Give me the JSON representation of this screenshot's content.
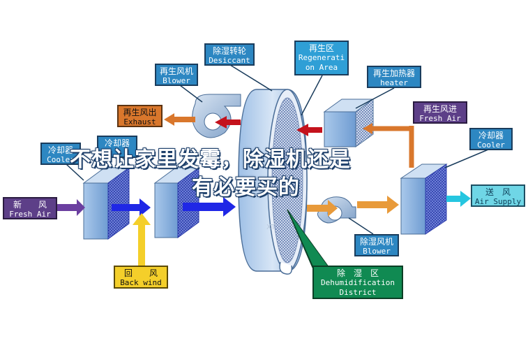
{
  "labels": {
    "desiccant": {
      "zh": "除湿转轮",
      "en": "Desiccant"
    },
    "regen_area": {
      "zh": "再生区",
      "en1": "Regenerati",
      "en2": "on Area"
    },
    "blower_top": {
      "zh": "再生风机",
      "en": "Blower"
    },
    "heater": {
      "zh": "再生加热器",
      "en": "heater"
    },
    "exhaust": {
      "zh": "再生风出",
      "en": "Exhaust"
    },
    "fresh_air_in": {
      "zh": "再生风进",
      "en": "Fresh Air"
    },
    "cooler_left": {
      "zh": "冷却器",
      "en": "Cooler"
    },
    "cooler_mid": {
      "zh": "冷却器",
      "en": ""
    },
    "cooler_right": {
      "zh": "冷却器",
      "en": "Cooler"
    },
    "fresh_air": {
      "zh": "新　　风",
      "en": "Fresh Air"
    },
    "air_supply": {
      "zh": "送　风",
      "en": "Air Supply"
    },
    "back_wind": {
      "zh": "回　　风",
      "en": "Back wind"
    },
    "blower_bottom": {
      "zh": "除湿风机",
      "en": "Blower"
    },
    "dehum_district": {
      "zh": "除　湿　区",
      "en1": "Dehumidification",
      "en2": "District"
    }
  },
  "overlay": {
    "line1": "不想让家里发霉，除湿机还是",
    "line2": "有必要买的"
  },
  "colors": {
    "blue_box": "#2d87c2",
    "orange_box": "#d9772c",
    "purple_box": "#5d3f88",
    "yellow_box": "#f4cf2a",
    "green_box": "#108a52",
    "cyan_box": "#6fd6e6",
    "process_arrow": "#1f27e6",
    "regen_arrow": "#c4121c",
    "hot_arrow": "#e89a3a"
  }
}
